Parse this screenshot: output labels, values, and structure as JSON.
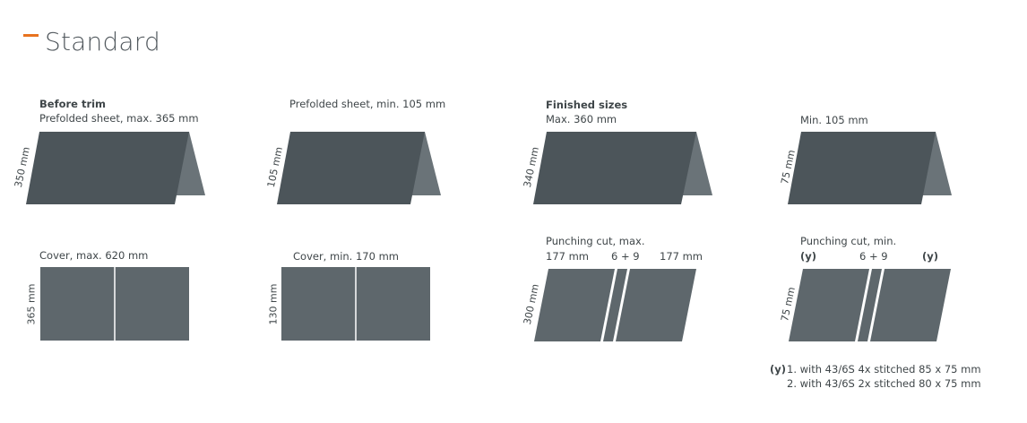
{
  "heading": "Standard",
  "sections": {
    "before_trim": {
      "title": "Before trim",
      "max_sheet": "Prefolded sheet, max. 365 mm",
      "max_height": "350 mm",
      "min_sheet": "Prefolded sheet, min. 105 mm",
      "min_height": "105 mm",
      "cover_max": "Cover, max. 620 mm",
      "cover_max_height": "365 mm",
      "cover_min": "Cover, min. 170 mm",
      "cover_min_height": "130 mm"
    },
    "finished": {
      "title": "Finished sizes",
      "max_label": "Max. 360 mm",
      "max_height": "340 mm",
      "min_label": "Min. 105 mm",
      "min_height": "75 mm",
      "punch_max_title": "Punching cut, max.",
      "punch_max_left": "177 mm",
      "punch_max_mid": "6 + 9",
      "punch_max_right": "177 mm",
      "punch_max_height": "300 mm",
      "punch_min_title": "Punching cut, min.",
      "punch_min_left": "(y)",
      "punch_min_mid": "6 + 9",
      "punch_min_right": "(y)",
      "punch_min_height": "75 mm"
    }
  },
  "footnote": {
    "marker": "(y)",
    "line1": "1. with 43/6S 4x stitched 85 x 75 mm",
    "line2": "2. with 43/6S 2x stitched 80 x 75 mm"
  },
  "colors": {
    "accent": "#e8731f",
    "panel_dark": "#4c555a",
    "panel_light": "#6a7378"
  }
}
